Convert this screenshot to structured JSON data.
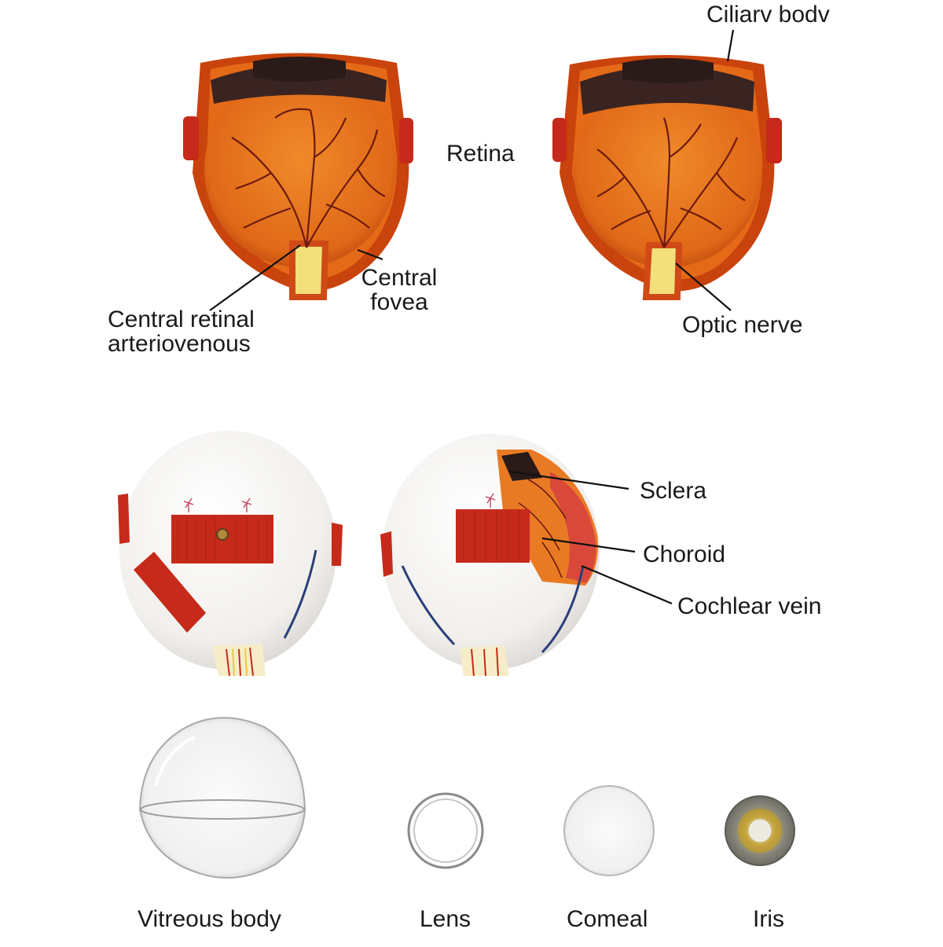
{
  "labels": {
    "ciliary_body": "Ciliarv bodv",
    "retina": "Retina",
    "central_fovea_1": "Central",
    "central_fovea_2": "fovea",
    "central_retinal_1": "Central retinal",
    "central_retinal_2": "arteriovenous",
    "optic_nerve": "Optic nerve",
    "sclera": "Sclera",
    "choroid": "Choroid",
    "cochlear_vein": "Cochlear vein",
    "vitreous_body": "Vitreous body",
    "lens": "Lens",
    "corneal": "Comeal",
    "iris": "Iris"
  },
  "colors": {
    "retina_orange": "#e8741a",
    "retina_dark": "#c04a0c",
    "lens_dark": "#3a2422",
    "vessel": "#6e1a0e",
    "muscle_red": "#c62a1a",
    "nerve_yellow": "#f3e07a",
    "sclera_white": "#f4f2ef",
    "vein_blue": "#2a3f7a",
    "iris_gold": "#c9b25a"
  }
}
